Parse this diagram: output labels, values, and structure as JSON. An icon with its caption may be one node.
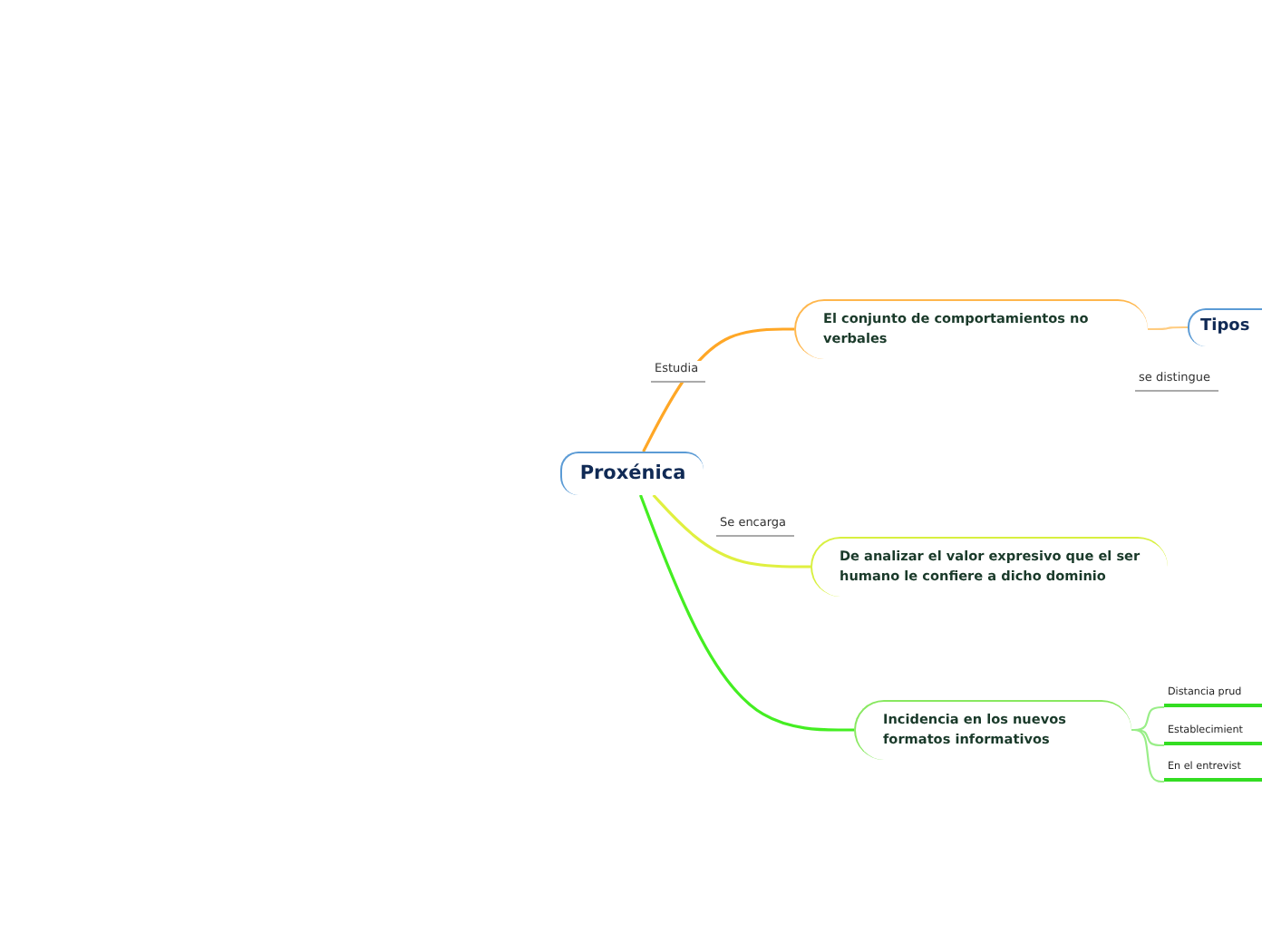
{
  "diagram": {
    "nodes": [
      {
        "text": [
          "Proxénica"
        ]
      },
      {
        "text": [
          "El conjunto de comportamientos no verbales"
        ]
      },
      {
        "text": [
          "De analizar el valor expresivo que el ser humano le confiere a dicho dominio"
        ]
      },
      {
        "text": [
          "Incidencia en los nuevos formatos informativos"
        ]
      },
      {
        "text": [
          "Tipos"
        ]
      },
      {
        "text": [
          "Distancia prud"
        ]
      },
      {
        "text": [
          "Establecimient"
        ]
      },
      {
        "text": [
          "En el entrevist"
        ]
      }
    ],
    "edges": [
      {
        "from": 0,
        "to": 1,
        "arrow": "none",
        "label": "Estudia",
        "color": "#ffa726"
      },
      {
        "from": 0,
        "to": 2,
        "arrow": "none",
        "label": "Se encarga",
        "color": "#e0f040"
      },
      {
        "from": 0,
        "to": 3,
        "arrow": "none",
        "color": "#44ee22"
      },
      {
        "from": 1,
        "to": 4,
        "arrow": "none",
        "color": "#ffcc80"
      },
      {
        "from": 3,
        "to": 5,
        "arrow": "none",
        "color": "#99ee88"
      },
      {
        "from": 3,
        "to": 6,
        "arrow": "none",
        "color": "#99ee88"
      },
      {
        "from": 3,
        "to": 7,
        "arrow": "none",
        "color": "#99ee88"
      }
    ],
    "labels": [
      "se distingue"
    ]
  }
}
